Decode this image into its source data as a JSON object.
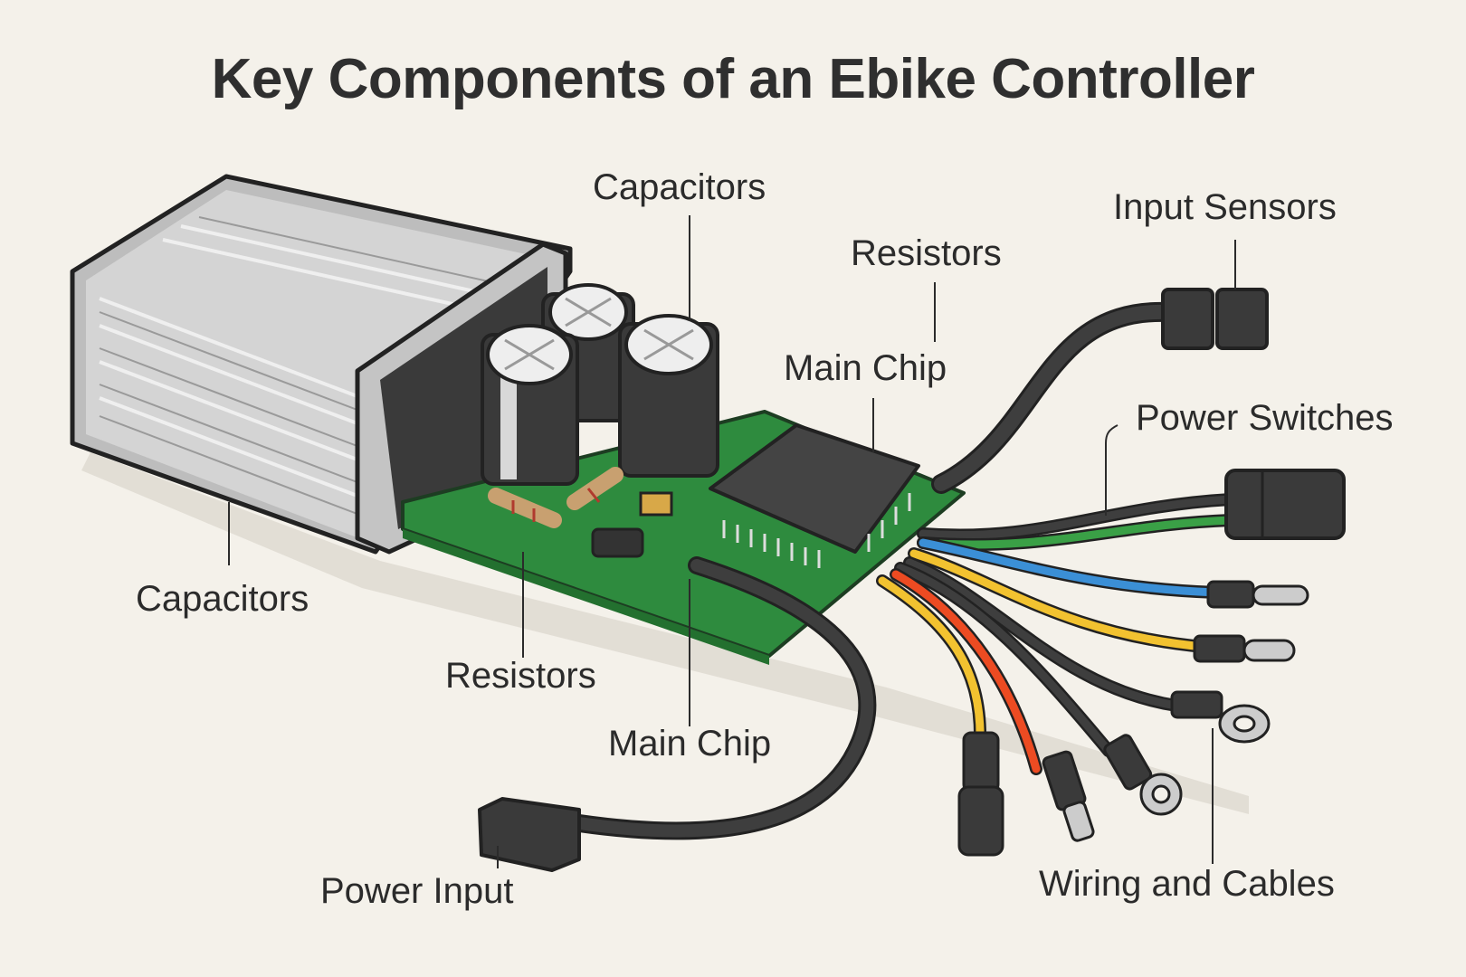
{
  "title": "Key Components of an Ebike Controller",
  "labels": {
    "capacitors_top": "Capacitors",
    "resistors_top": "Resistors",
    "main_chip_top": "Main Chip",
    "input_sensors": "Input Sensors",
    "power_switches": "Power Switches",
    "capacitors_left": "Capacitors",
    "resistors_bottom": "Resistors",
    "main_chip_bottom": "Main Chip",
    "power_input": "Power Input",
    "wiring_and_cables": "Wiring and Cables"
  },
  "colors": {
    "background": "#f4f1ea",
    "pcb_green": "#2e8b3e",
    "housing_silver": "#c9c9c9",
    "component_dark": "#3a3a3a",
    "wire_blue": "#3b8fd6",
    "wire_yellow": "#f2c230",
    "wire_red": "#ec4b22",
    "wire_green": "#3aa046"
  }
}
